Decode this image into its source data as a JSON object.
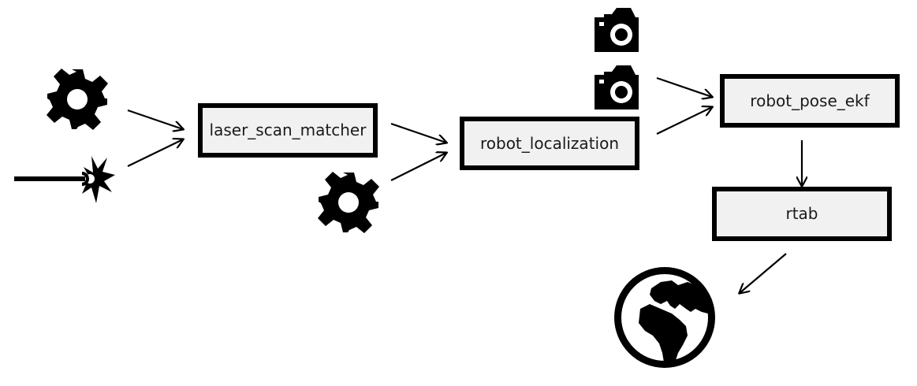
{
  "diagram": {
    "nodes": {
      "laser_scan_matcher": "laser_scan_matcher",
      "robot_localization": "robot_localization",
      "robot_pose_ekf": "robot_pose_ekf",
      "rtab": "rtab"
    },
    "icons": {
      "gear_top_left": "gear-icon",
      "laser": "laser-icon",
      "gear_middle": "gear-icon",
      "camera_top": "camera-icon",
      "camera_middle": "camera-icon",
      "globe": "globe-icon"
    },
    "edges": [
      {
        "from": "gear-icon",
        "to": "laser_scan_matcher"
      },
      {
        "from": "laser-icon",
        "to": "laser_scan_matcher"
      },
      {
        "from": "laser_scan_matcher",
        "to": "robot_localization"
      },
      {
        "from": "gear-icon",
        "to": "robot_localization"
      },
      {
        "from": "camera-icon",
        "to": "robot_pose_ekf"
      },
      {
        "from": "robot_localization",
        "to": "robot_pose_ekf"
      },
      {
        "from": "robot_pose_ekf",
        "to": "rtab"
      },
      {
        "from": "rtab",
        "to": "globe-icon"
      }
    ]
  }
}
